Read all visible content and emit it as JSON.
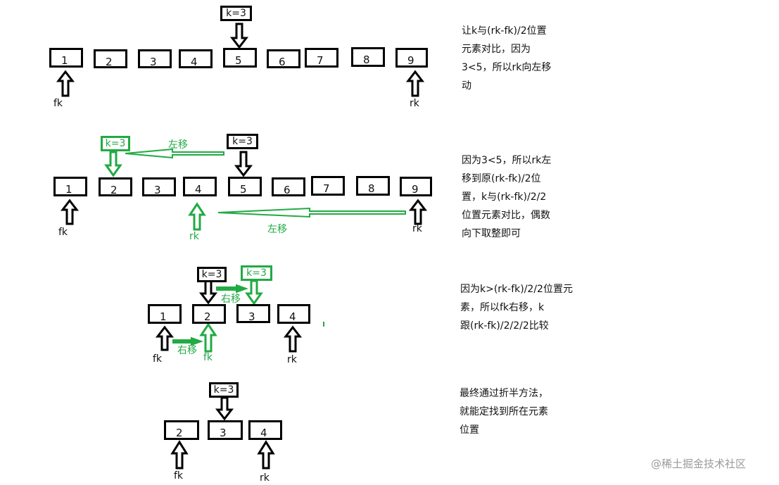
{
  "step1": {
    "cells": [
      "1",
      "2",
      "3",
      "4",
      "5",
      "6",
      "7",
      "8",
      "9"
    ],
    "k_label": "k=3",
    "fk": "fk",
    "rk": "rk",
    "desc": "让k与(rk-fk)/2位置\n元素对比，因为\n3<5，所以rk向左移\n动"
  },
  "step2": {
    "cells": [
      "1",
      "2",
      "3",
      "4",
      "5",
      "6",
      "7",
      "8",
      "9"
    ],
    "k_label_old": "k=3",
    "k_label_new": "k=3",
    "move_left_top": "左移",
    "move_left_bottom": "左移",
    "fk": "fk",
    "rk_new": "rk",
    "rk_old": "rk",
    "desc": "因为3<5，所以rk左\n移到原(rk-fk)/2位\n置，k与(rk-fk)/2/2\n位置元素对比，偶数\n向下取整即可"
  },
  "step3": {
    "cells": [
      "1",
      "2",
      "3",
      "4"
    ],
    "k_label_old": "k=3",
    "k_label_new": "k=3",
    "move_right_top": "右移",
    "move_right_bottom": "右移",
    "fk_old": "fk",
    "fk_new": "fk",
    "rk": "rk",
    "desc": "因为k>(rk-fk)/2/2位置元\n素，所以fk右移，k\n跟(rk-fk)/2/2/2比较"
  },
  "step4": {
    "cells": [
      "2",
      "3",
      "4"
    ],
    "k_label": "k=3",
    "fk": "fk",
    "rk": "rk",
    "desc": "最终通过折半方法，\n就能定找到所在元素\n位置"
  },
  "watermark": "@稀土掘金技术社区",
  "colors": {
    "black": "#000000",
    "green": "#22aa44",
    "watermark": "#9a9a9a"
  }
}
